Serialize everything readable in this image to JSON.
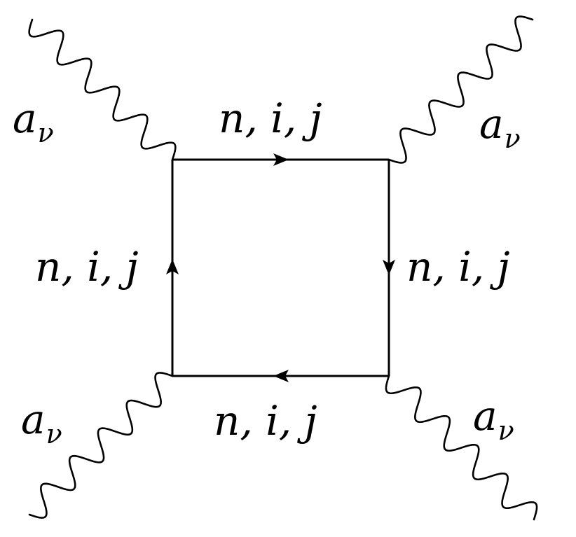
{
  "diagram": {
    "edge_labels": {
      "top": "n, i, j",
      "right": "n, i, j",
      "bottom": "n, i, j",
      "left": "n, i, j"
    },
    "external_lines": {
      "top_left": {
        "base": "a",
        "subscript": "ν"
      },
      "top_right": {
        "base": "a",
        "subscript": "ν"
      },
      "bottom_left": {
        "base": "a",
        "subscript": "ν"
      },
      "bottom_right": {
        "base": "a",
        "subscript": "ν"
      }
    },
    "loop_direction": "clockwise"
  }
}
